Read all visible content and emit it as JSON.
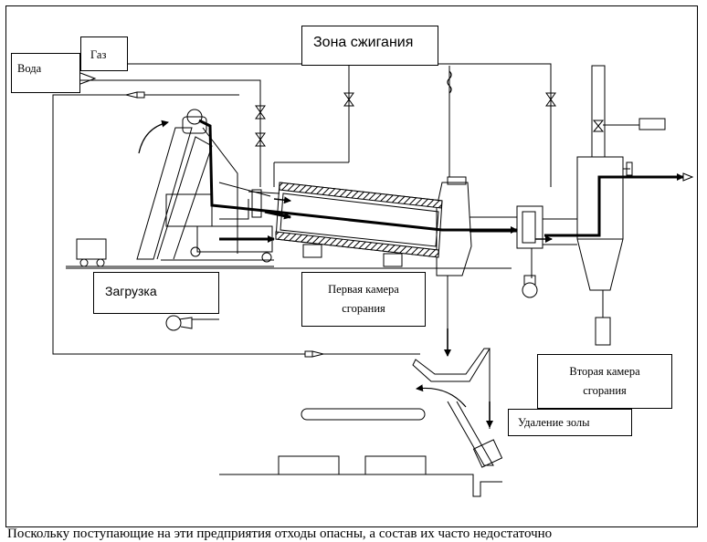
{
  "labels": {
    "water": "Вода",
    "gas": "Газ",
    "combustion_zone": "Зона сжигания",
    "loading": "Загрузка",
    "first_chamber_line1": "Первая камера",
    "first_chamber_line2": "сгорания",
    "second_chamber_line1": "Вторая камера",
    "second_chamber_line2": "сгорания",
    "ash_removal": "Удаление золы"
  },
  "caption": "Поскольку поступающие на эти предприятия отходы опасны, а состав их часто недостаточно"
}
